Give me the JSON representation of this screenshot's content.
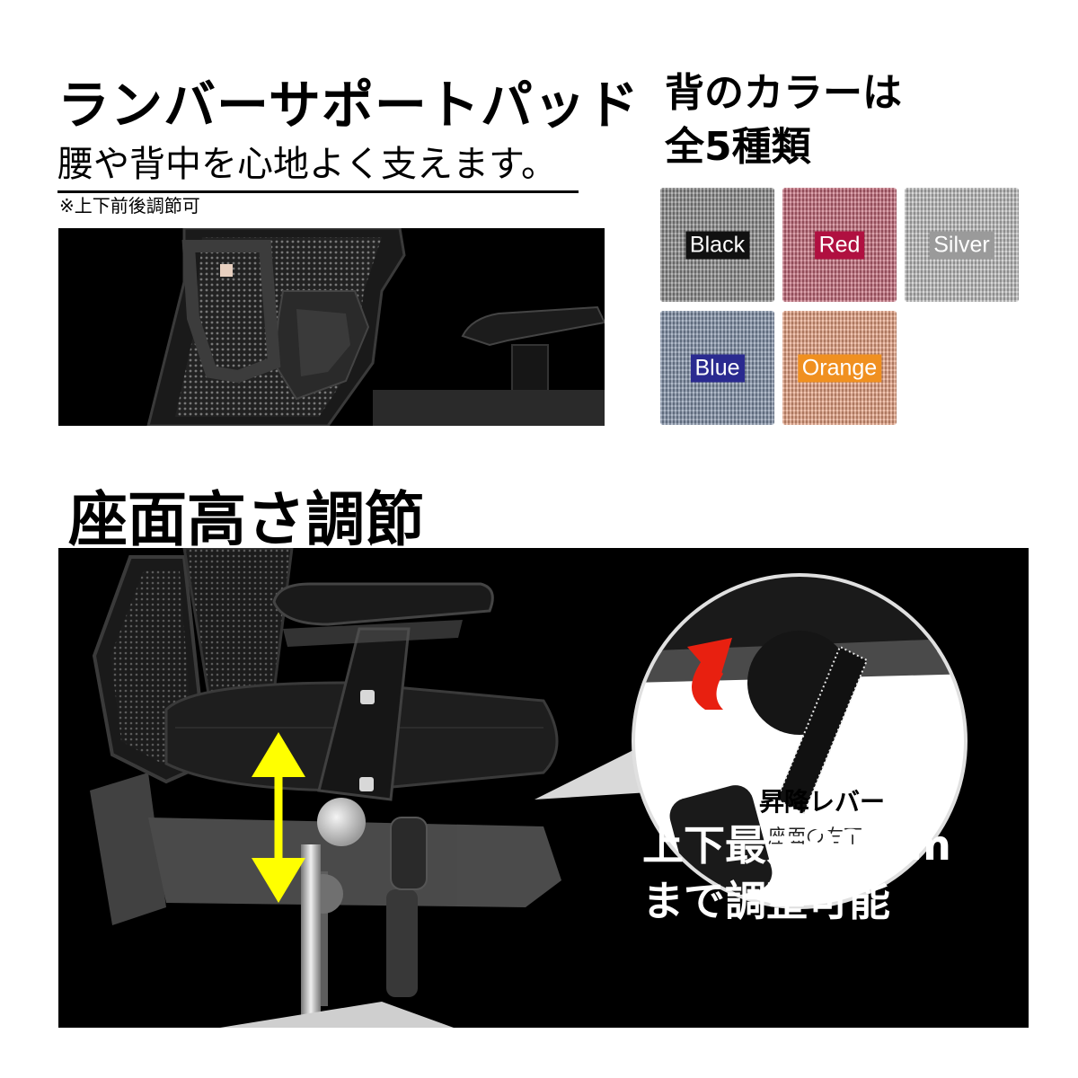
{
  "lumbar": {
    "title": "ランバーサポートパッド",
    "subtitle": "腰や背中を心地よく支えます。",
    "note": "※上下前後調節可"
  },
  "colors": {
    "title_line1": "背のカラーは",
    "title_line2": "全5種類",
    "swatches": [
      {
        "label": "Black",
        "fabric": "#8a8a8a",
        "label_bg": "#111111",
        "label_fg": "#ffffff"
      },
      {
        "label": "Red",
        "fabric": "#c46677",
        "label_bg": "#b01040",
        "label_fg": "#ffffff"
      },
      {
        "label": "Silver",
        "fabric": "#bdbdbd",
        "label_bg": "#9a9a9a",
        "label_fg": "#ffffff"
      },
      {
        "label": "Blue",
        "fabric": "#8090a8",
        "label_bg": "#2a2a90",
        "label_fg": "#ffffff"
      },
      {
        "label": "Orange",
        "fabric": "#e8a080",
        "label_bg": "#f09020",
        "label_fg": "#ffffff"
      }
    ]
  },
  "seat_height": {
    "title": "座面高さ調節",
    "lever_label": "昇降レバー",
    "lever_sublabel": "座面の右下",
    "adjust_line1": "上下最大90mm",
    "adjust_line2": "まで調整可能"
  },
  "accent_colors": {
    "arrow_yellow": "#ffff00",
    "arrow_red": "#e82010"
  }
}
